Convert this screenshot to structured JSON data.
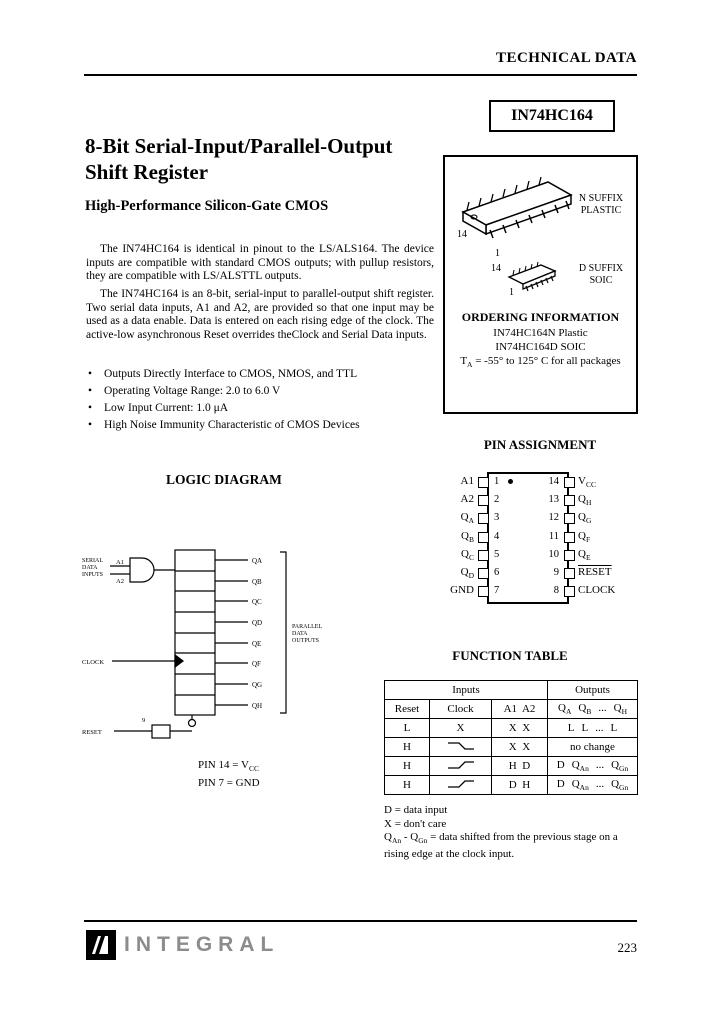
{
  "header": {
    "technical_data": "TECHNICAL DATA",
    "part_number": "IN74HC164"
  },
  "title": {
    "line1": "8-Bit Serial-Input/Parallel-Output",
    "line2": "Shift Register",
    "subtitle": "High-Performance Silicon-Gate CMOS"
  },
  "body": {
    "para1": "The IN74HC164 is identical in pinout to the LS/ALS164. The device inputs are compatible with standard CMOS outputs; with pullup resistors, they are compatible with LS/ALSTTL outputs.",
    "para2": "The IN74HC164 is an 8-bit, serial-input to parallel-output shift register. Two serial data inputs, A1 and A2, are provided so that one input may be used as a data enable. Data is entered on each rising edge of the clock. The active-low asynchronous Reset overrides theClock and Serial Data inputs.",
    "bullets": [
      "Outputs Directly Interface to CMOS, NMOS, and TTL",
      "Operating Voltage Range: 2.0 to 6.0 V",
      "Low Input Current: 1.0 μA",
      "High Noise Immunity Characteristic of CMOS Devices"
    ]
  },
  "package_box": {
    "n_suffix_1": "N SUFFIX",
    "n_suffix_2": "PLASTIC",
    "d_suffix_1": "D SUFFIX",
    "d_suffix_2": "SOIC",
    "dip_pin14": "14",
    "dip_pin1": "1",
    "soic_pin14": "14",
    "soic_pin1": "1",
    "ordering_title": "ORDERING INFORMATION",
    "ordering_line1": "IN74HC164N Plastic",
    "ordering_line2": "IN74HC164D SOIC",
    "temp_base": "T",
    "temp_sub": "A",
    "temp_rest": " = -55° to 125° C for all packages"
  },
  "pin_assignment": {
    "title": "PIN ASSIGNMENT",
    "left_pins": [
      {
        "num": "1",
        "base": "A1",
        "sub": ""
      },
      {
        "num": "2",
        "base": "A2",
        "sub": ""
      },
      {
        "num": "3",
        "base": "Q",
        "sub": "A"
      },
      {
        "num": "4",
        "base": "Q",
        "sub": "B"
      },
      {
        "num": "5",
        "base": "Q",
        "sub": "C"
      },
      {
        "num": "6",
        "base": "Q",
        "sub": "D"
      },
      {
        "num": "7",
        "base": "GND",
        "sub": ""
      }
    ],
    "right_pins": [
      {
        "num": "14",
        "base": "V",
        "sub": "CC"
      },
      {
        "num": "13",
        "base": "Q",
        "sub": "H"
      },
      {
        "num": "12",
        "base": "Q",
        "sub": "G"
      },
      {
        "num": "11",
        "base": "Q",
        "sub": "F"
      },
      {
        "num": "10",
        "base": "Q",
        "sub": "E"
      },
      {
        "num": "9",
        "base": "RESET",
        "sub": ""
      },
      {
        "num": "8",
        "base": "CLOCK",
        "sub": ""
      }
    ]
  },
  "logic_diagram": {
    "title": "LOGIC DIAGRAM",
    "serial_label_1": "SERIAL",
    "serial_label_2": "DATA",
    "serial_label_3": "INPUTS",
    "a1": "A1",
    "a2": "A2",
    "clock_label": "CLOCK",
    "reset_label": "RESET",
    "reset_pin": "9",
    "outputs": [
      "QA",
      "QB",
      "QC",
      "QD",
      "QE",
      "QF",
      "QG",
      "QH"
    ],
    "parallel_label_1": "PARALLEL",
    "parallel_label_2": "DATA",
    "parallel_label_3": "OUTPUTS",
    "pin_note1_base": "PIN 14 = V",
    "pin_note1_sub": "CC",
    "pin_note2": "PIN 7 = GND"
  },
  "function_table": {
    "title": "FUNCTION TABLE",
    "inputs_header": "Inputs",
    "outputs_header": "Outputs",
    "col_reset": "Reset",
    "col_clock": "Clock",
    "col_a1a2": "A1  A2",
    "out_header": {
      "q1": "Q",
      "s1": "A",
      "q2": "Q",
      "s2": "B",
      "dots": "...",
      "q3": "Q",
      "s3": "H"
    },
    "rows": [
      {
        "reset": "L",
        "clock_text": "X",
        "a1a2": "X  X",
        "o1": "L",
        "o2": "L",
        "dots": "...",
        "o3": "L"
      },
      {
        "reset": "H",
        "clock_icon": "falling-edge",
        "a1a2": "X  X",
        "out_text": "no change"
      },
      {
        "reset": "H",
        "clock_icon": "rising-edge",
        "a1a2": "H  D",
        "o1": "D",
        "o2": "Q",
        "o2s": "An",
        "dots": "...",
        "o3": "Q",
        "o3s": "Gn"
      },
      {
        "reset": "H",
        "clock_icon": "rising-edge",
        "a1a2": "D  H",
        "o1": "D",
        "o2": "Q",
        "o2s": "An",
        "dots": "...",
        "o3": "Q",
        "o3s": "Gn"
      }
    ],
    "notes": {
      "note1": "D = data input",
      "note2": "X = don't care",
      "note3_q1": "Q",
      "note3_s1": "An",
      "note3_mid": " - Q",
      "note3_s2": "Gn",
      "note3_rest": " = data shifted from the previous stage on a rising edge at the clock input."
    }
  },
  "footer": {
    "brand": "INTEGRAL",
    "page_number": "223"
  }
}
